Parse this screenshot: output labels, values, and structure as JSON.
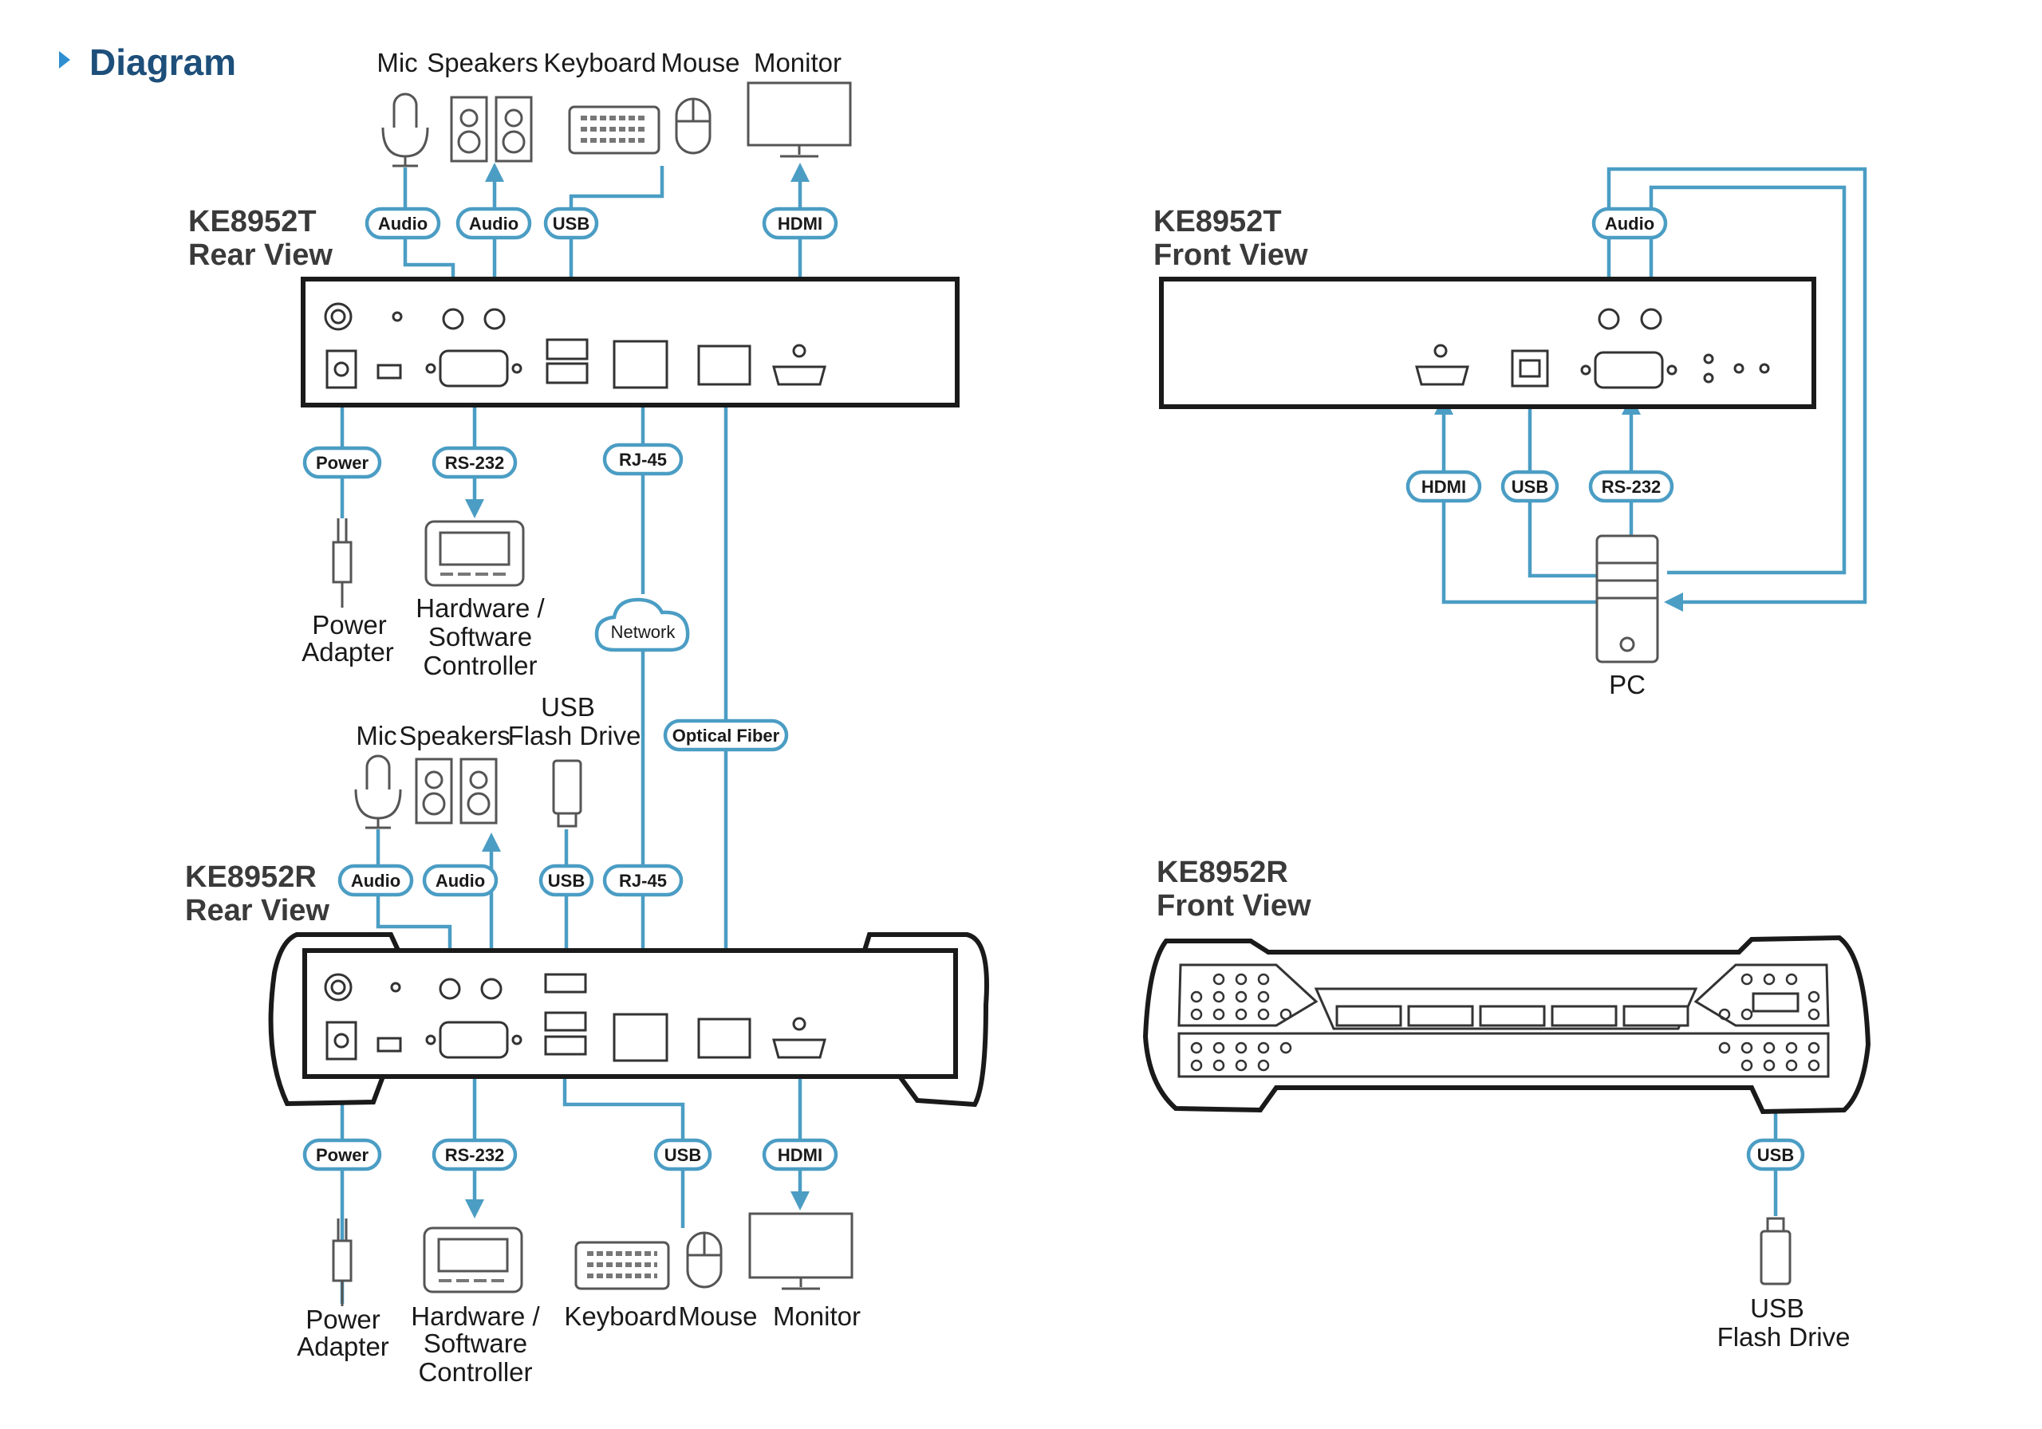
{
  "heading": "Diagram",
  "colors": {
    "wire": "#4b9dc4",
    "heading": "#1d4f7a",
    "heading_marker": "#2f8fd0"
  },
  "titles": {
    "tx_rear_1": "KE8952T",
    "tx_rear_2": "Rear View",
    "tx_front_1": "KE8952T",
    "tx_front_2": "Front View",
    "rx_rear_1": "KE8952R",
    "rx_rear_2": "Rear View",
    "rx_front_1": "KE8952R",
    "rx_front_2": "Front View"
  },
  "labels": {
    "tx_mic": "Mic",
    "tx_speakers": "Speakers",
    "tx_keyboard": "Keyboard",
    "tx_mouse": "Mouse",
    "tx_monitor": "Monitor",
    "tx_power_1": "Power",
    "tx_power_2": "Adapter",
    "tx_ctrl_1": "Hardware /",
    "tx_ctrl_2": "Software",
    "tx_ctrl_3": "Controller",
    "rx_mic": "Mic",
    "rx_speakers": "Speakers",
    "rx_flash_1": "USB",
    "rx_flash_2": "Flash Drive",
    "rx_power_1": "Power",
    "rx_power_2": "Adapter",
    "rx_ctrl_1": "Hardware /",
    "rx_ctrl_2": "Software",
    "rx_ctrl_3": "Controller",
    "rx_keyboard": "Keyboard",
    "rx_mouse": "Mouse",
    "rx_monitor": "Monitor",
    "pc": "PC",
    "front_flash_1": "USB",
    "front_flash_2": "Flash Drive"
  },
  "pills": {
    "tx_audio_in": "Audio",
    "tx_audio_out": "Audio",
    "tx_usb": "USB",
    "tx_hdmi": "HDMI",
    "tx_power": "Power",
    "tx_rs232": "RS-232",
    "tx_rj45": "RJ-45",
    "network": "Network",
    "fiber": "Optical Fiber",
    "rx_audio_in": "Audio",
    "rx_audio_out": "Audio",
    "rx_usb_top": "USB",
    "rx_rj45": "RJ-45",
    "rx_power": "Power",
    "rx_rs232": "RS-232",
    "rx_usb_bottom": "USB",
    "rx_hdmi": "HDMI",
    "txf_audio": "Audio",
    "txf_hdmi": "HDMI",
    "txf_usb": "USB",
    "txf_rs232": "RS-232",
    "rxf_usb": "USB"
  }
}
